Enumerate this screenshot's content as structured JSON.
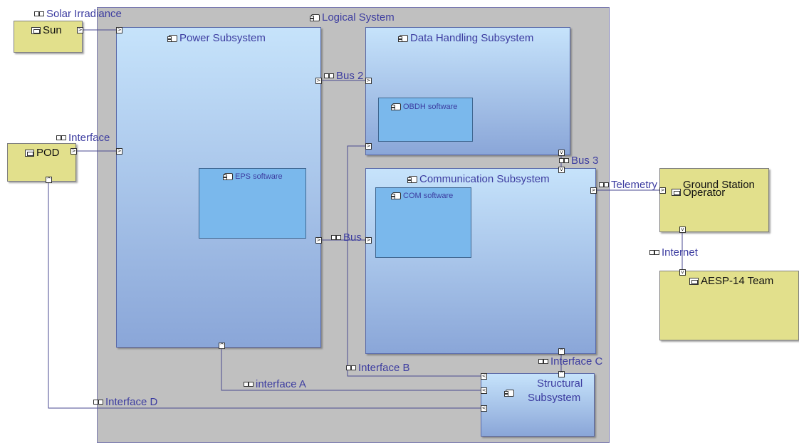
{
  "logical_system": {
    "label": "Logical System"
  },
  "actors": {
    "sun": "Sun",
    "pod": "POD",
    "ground_station_line1": "Ground Station",
    "ground_station_line2": "Operator",
    "aesp_team": "AESP-14 Team"
  },
  "subsystems": {
    "power": "Power Subsystem",
    "data_handling": "Data Handling Subsystem",
    "communication": "Communication Subsystem",
    "structural_line1": "Structural",
    "structural_line2": "Subsystem"
  },
  "software": {
    "eps": "EPS software",
    "obdh": "OBDH software",
    "com": "COM software"
  },
  "links": {
    "solar_irradiance": "Solar Irradiance",
    "interface": "Interface",
    "bus2": "Bus 2",
    "bus": "Bus",
    "bus3": "Bus 3",
    "telemetry": "Telemetry",
    "internet": "Internet",
    "interface_a": "interface A",
    "interface_b": "Interface B",
    "interface_c": "Interface C",
    "interface_d": "Interface D"
  },
  "colors": {
    "logical_background": "#c0c0c0",
    "actor_fill": "#e2e08c",
    "subsystem_gradient_top": "#c6e3fb",
    "subsystem_gradient_bottom": "#8aa6d8",
    "software_fill": "#7ab8ec",
    "wire": "#4a4a90",
    "label_text": "#3c3ca0"
  },
  "icons": {
    "component": "component-icon",
    "part": "part-icon",
    "link": "link-icon",
    "port": "port-icon"
  }
}
